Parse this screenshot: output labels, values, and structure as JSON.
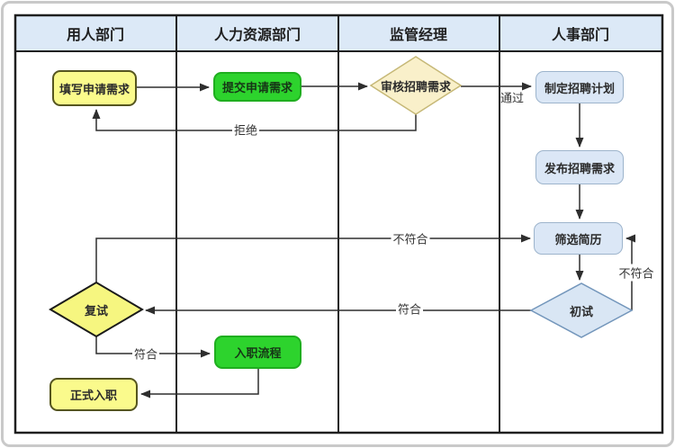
{
  "diagram_type": "swimlane-flowchart",
  "lanes": [
    {
      "label": "用人部门"
    },
    {
      "label": "人力资源部门"
    },
    {
      "label": "监管经理"
    },
    {
      "label": "人事部门"
    }
  ],
  "nodes": [
    {
      "id": "fill-request",
      "label": "填写申请需求",
      "shape": "rounded-rect",
      "color": "yellow",
      "lane": "用人部门"
    },
    {
      "id": "submit-request",
      "label": "提交申请需求",
      "shape": "rounded-rect",
      "color": "green",
      "lane": "人力资源部门"
    },
    {
      "id": "review-request",
      "label": "审核招聘需求",
      "shape": "diamond",
      "color": "cream",
      "lane": "监管经理"
    },
    {
      "id": "make-plan",
      "label": "制定招聘计划",
      "shape": "rounded-rect",
      "color": "blue",
      "lane": "人事部门"
    },
    {
      "id": "publish-need",
      "label": "发布招聘需求",
      "shape": "rounded-rect",
      "color": "blue",
      "lane": "人事部门"
    },
    {
      "id": "screen-resumes",
      "label": "筛选简历",
      "shape": "rounded-rect",
      "color": "blue",
      "lane": "人事部门"
    },
    {
      "id": "first-interview",
      "label": "初试",
      "shape": "diamond",
      "color": "blue",
      "lane": "人事部门"
    },
    {
      "id": "second-interview",
      "label": "复试",
      "shape": "diamond",
      "color": "yellow",
      "lane": "用人部门"
    },
    {
      "id": "onboarding",
      "label": "入职流程",
      "shape": "rounded-rect",
      "color": "green",
      "lane": "人力资源部门"
    },
    {
      "id": "official-entry",
      "label": "正式入职",
      "shape": "rounded-rect",
      "color": "yellow",
      "lane": "用人部门"
    }
  ],
  "edges": [
    {
      "from": "填写申请需求",
      "to": "提交申请需求",
      "label": ""
    },
    {
      "from": "提交申请需求",
      "to": "审核招聘需求",
      "label": ""
    },
    {
      "from": "审核招聘需求",
      "to": "制定招聘计划",
      "label": "通过"
    },
    {
      "from": "审核招聘需求",
      "to": "填写申请需求",
      "label": "拒绝"
    },
    {
      "from": "制定招聘计划",
      "to": "发布招聘需求",
      "label": ""
    },
    {
      "from": "发布招聘需求",
      "to": "筛选简历",
      "label": ""
    },
    {
      "from": "筛选简历",
      "to": "初试",
      "label": ""
    },
    {
      "from": "初试",
      "to": "筛选简历",
      "label": "不符合"
    },
    {
      "from": "初试",
      "to": "复试",
      "label": "符合"
    },
    {
      "from": "复试",
      "to": "筛选简历",
      "label": "不符合"
    },
    {
      "from": "复试",
      "to": "入职流程",
      "label": "符合"
    },
    {
      "from": "入职流程",
      "to": "正式入职",
      "label": ""
    }
  ],
  "colors": {
    "header_bg": "#dce9f7",
    "grid_line": "#1f1f1f",
    "connector": "#2e2e2e",
    "yellow_fill": "#fafa8c",
    "yellow_border": "#55551f",
    "green_fill": "#2dd32d",
    "green_border": "#1fae1f",
    "blue_fill": "#dbe7f6",
    "blue_border": "#9db4cc",
    "cream_fill": "#f9f0ca",
    "cream_border": "#c6b877",
    "blue_diamond_border": "#7396bb",
    "black_diamond_border": "#1a1a1a",
    "frame_border": "#c9c9c9"
  }
}
